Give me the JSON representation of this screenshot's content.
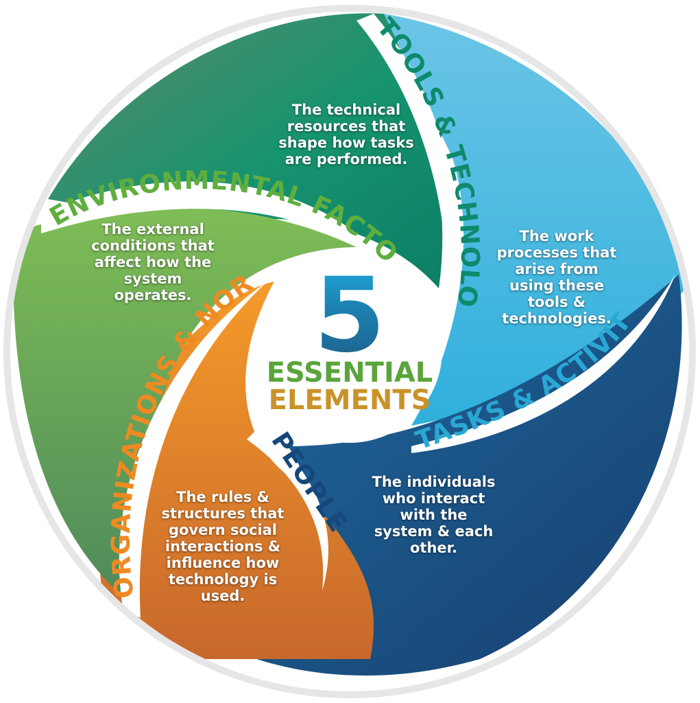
{
  "center": {
    "number": "5",
    "line1": "ESSENTIAL",
    "line2": "ELEMENTS"
  },
  "elements": [
    {
      "title": "TOOLS & TECHNOLOGY",
      "lines": [
        "The technical",
        "resources that",
        "shape how tasks",
        "are performed."
      ],
      "label_color": "#0e8a6c",
      "color": "#159a78"
    },
    {
      "title": "TASKS & ACTIVITIES",
      "lines": [
        "The work",
        "processes that",
        "arise from",
        "using these",
        "tools &",
        "technologies."
      ],
      "label_color": "#2aa8d4",
      "color": "#3cb4dc"
    },
    {
      "title": "PEOPLE",
      "lines": [
        "The individuals",
        "who interact",
        "with the",
        "system & each",
        "other."
      ],
      "label_color": "#16477a",
      "color": "#1c5a8e"
    },
    {
      "title": "ORGANIZATIONS & NORMS",
      "lines": [
        "The rules &",
        "structures that",
        "govern social",
        "interactions &",
        "influence how",
        "technology is",
        "used."
      ],
      "label_color": "#ef8a22",
      "color": "#f08a22"
    },
    {
      "title": "ENVIRONMENTAL FACTORS",
      "lines": [
        "The external",
        "conditions that",
        "affect how the",
        "system",
        "operates."
      ],
      "label_color": "#5fae3e",
      "color": "#6ab645"
    }
  ]
}
